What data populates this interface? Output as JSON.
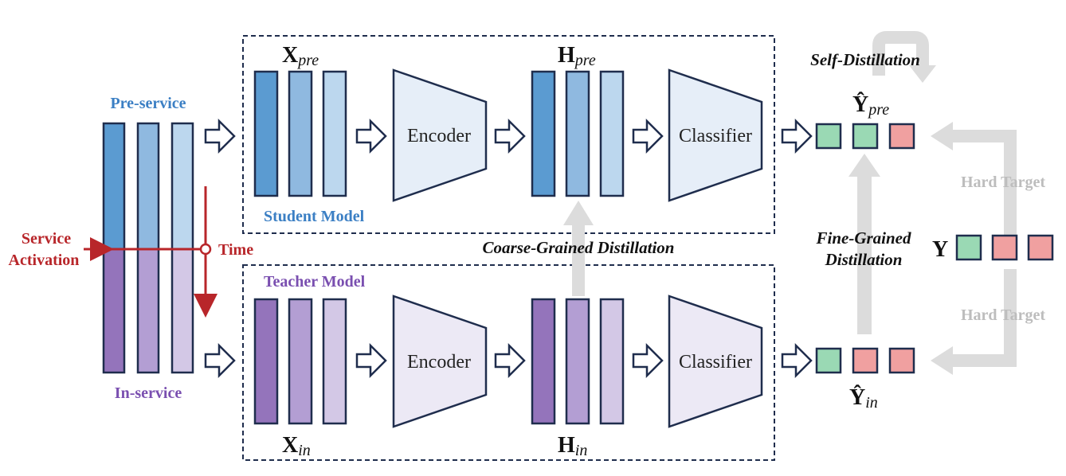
{
  "labels": {
    "pre_service": "Pre-service",
    "in_service": "In-service",
    "service_activation_line1": "Service",
    "service_activation_line2": "Activation",
    "time": "Time",
    "student_model": "Student Model",
    "teacher_model": "Teacher Model",
    "coarse_grained": "Coarse-Grained Distillation",
    "self_distillation": "Self-Distillation",
    "fine_grained_line1": "Fine-Grained",
    "fine_grained_line2": "Distillation",
    "hard_target_top": "Hard Target",
    "hard_target_bottom": "Hard Target"
  },
  "modules": {
    "student_encoder": "Encoder",
    "student_classifier": "Classifier",
    "teacher_encoder": "Encoder",
    "teacher_classifier": "Classifier"
  },
  "math": {
    "x_pre_base": "X",
    "x_pre_sub": "pre",
    "x_in_base": "X",
    "x_in_sub": "in",
    "h_pre_base": "H",
    "h_pre_sub": "pre",
    "h_in_base": "H",
    "h_in_sub": "in",
    "yhat_pre_base": "Ŷ",
    "yhat_pre_sub": "pre",
    "yhat_in_base": "Ŷ",
    "yhat_in_sub": "in",
    "y_base": "Y"
  },
  "colors": {
    "blue_dark": "#5b9bd1",
    "blue_mid": "#8fb9e0",
    "blue_light": "#bcd7ee",
    "purple_dark": "#9474bb",
    "purple_mid": "#b39ed3",
    "purple_light": "#d3c8e6",
    "green": "#9ad9b4",
    "pink": "#f0a0a0",
    "red": "#b8262a",
    "gray_arrow": "#dcdcdc",
    "navy": "#1f2d4d"
  }
}
